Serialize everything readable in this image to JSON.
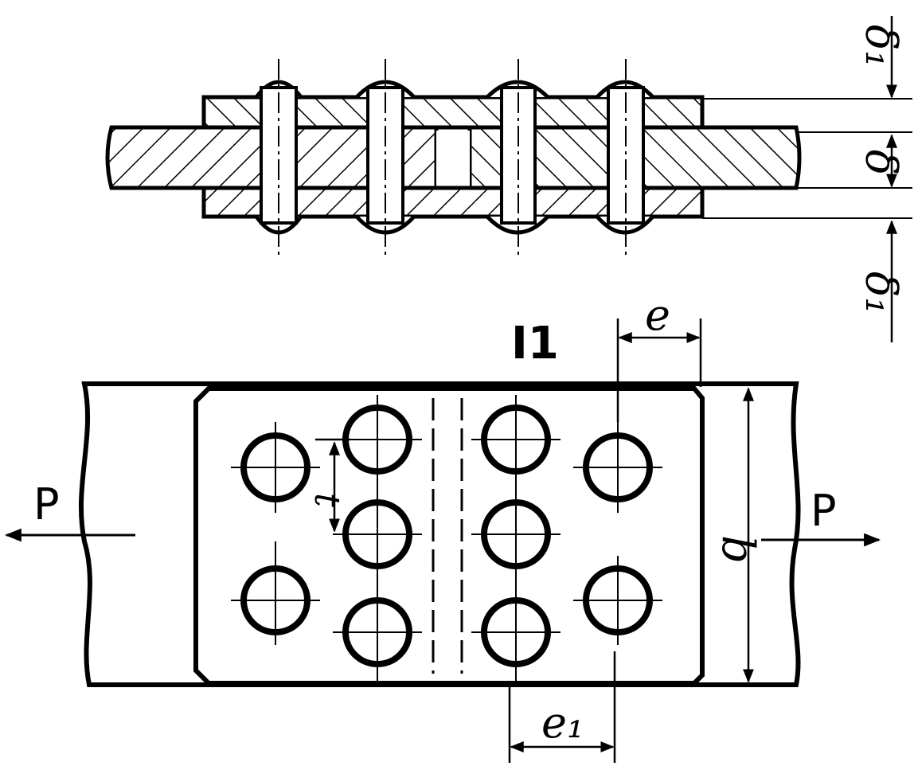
{
  "labels": {
    "delta1_top": "δ₁",
    "delta": "δ",
    "delta1_bottom": "δ₁",
    "section_mark": "I1",
    "e": "e",
    "e1": "e₁",
    "b": "b",
    "t": "t",
    "p_left": "P",
    "p_right": "P"
  },
  "colors": {
    "ink": "#000000",
    "paper": "#ffffff"
  }
}
